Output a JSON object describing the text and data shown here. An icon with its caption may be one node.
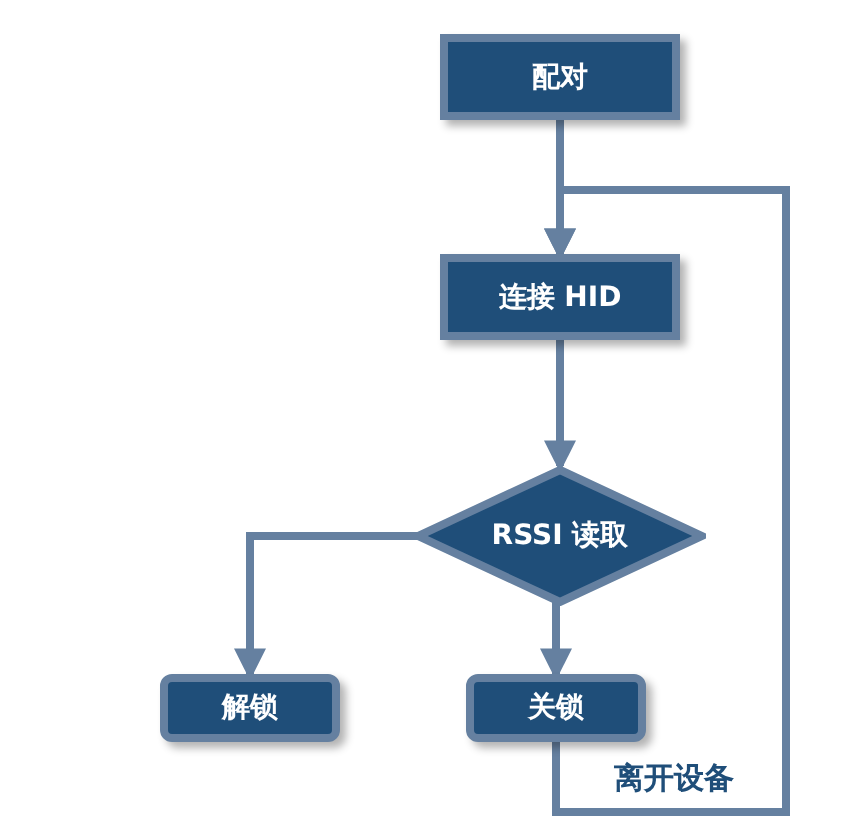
{
  "diagram": {
    "nodes": [
      {
        "text": [
          "配对"
        ]
      },
      {
        "text": [
          "连接 HID"
        ]
      },
      {
        "text": [
          "RSSI 读取"
        ]
      },
      {
        "text": [
          "解锁"
        ]
      },
      {
        "text": [
          "关锁"
        ]
      }
    ],
    "edges": [
      {
        "from": 0,
        "to": 1,
        "arrow": "to"
      },
      {
        "from": 1,
        "to": 2,
        "arrow": "to"
      },
      {
        "from": 2,
        "to": 3,
        "arrow": "to"
      },
      {
        "from": 2,
        "to": 4,
        "arrow": "to"
      },
      {
        "from": 4,
        "to": 1,
        "arrow": "to",
        "label": "离开设备"
      }
    ]
  }
}
